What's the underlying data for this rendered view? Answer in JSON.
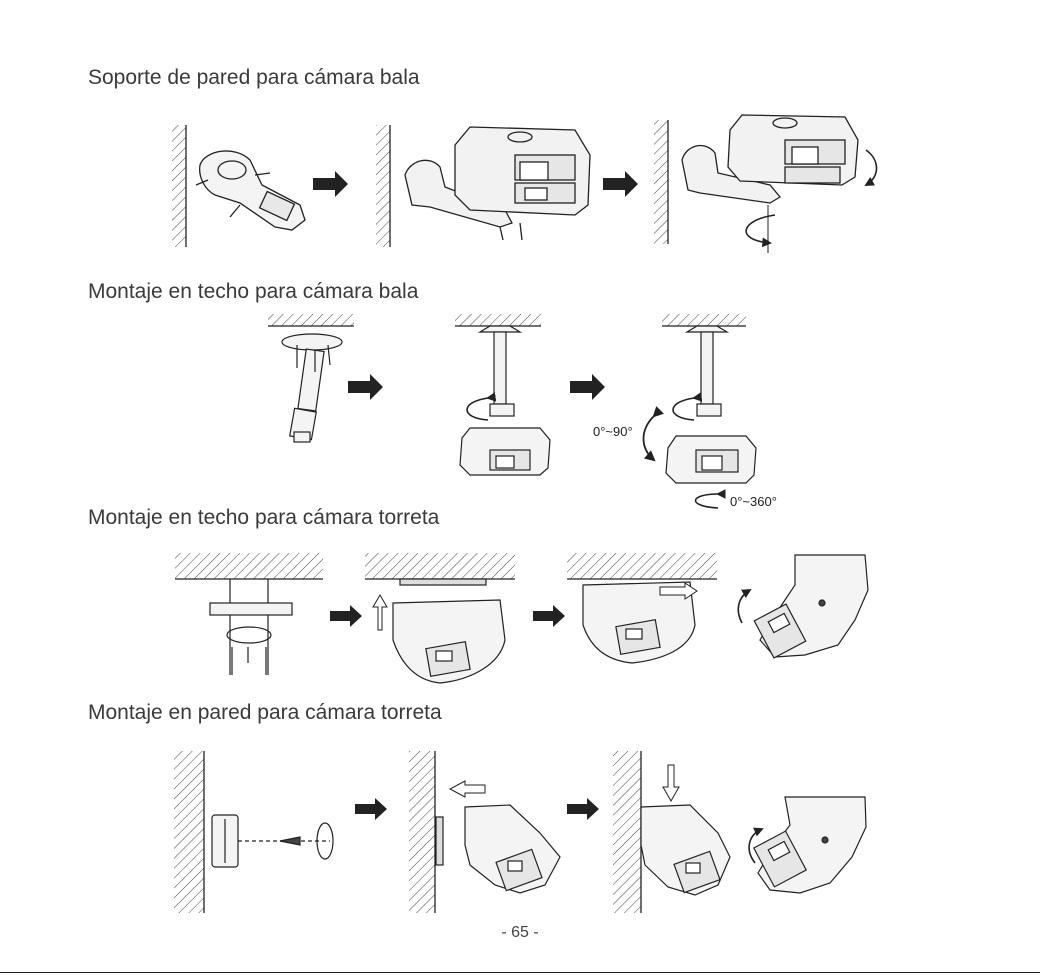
{
  "sections": [
    {
      "title": "Soporte de pared para cámara bala"
    },
    {
      "title": "Montaje en techo para cámara bala"
    },
    {
      "title": "Montaje en techo para cámara torreta"
    },
    {
      "title": "Montaje en pared para cámara torreta"
    }
  ],
  "annotations": {
    "tilt_range": "0°~90°",
    "pan_range": "0°~360°"
  },
  "page_number": "- 65 -"
}
